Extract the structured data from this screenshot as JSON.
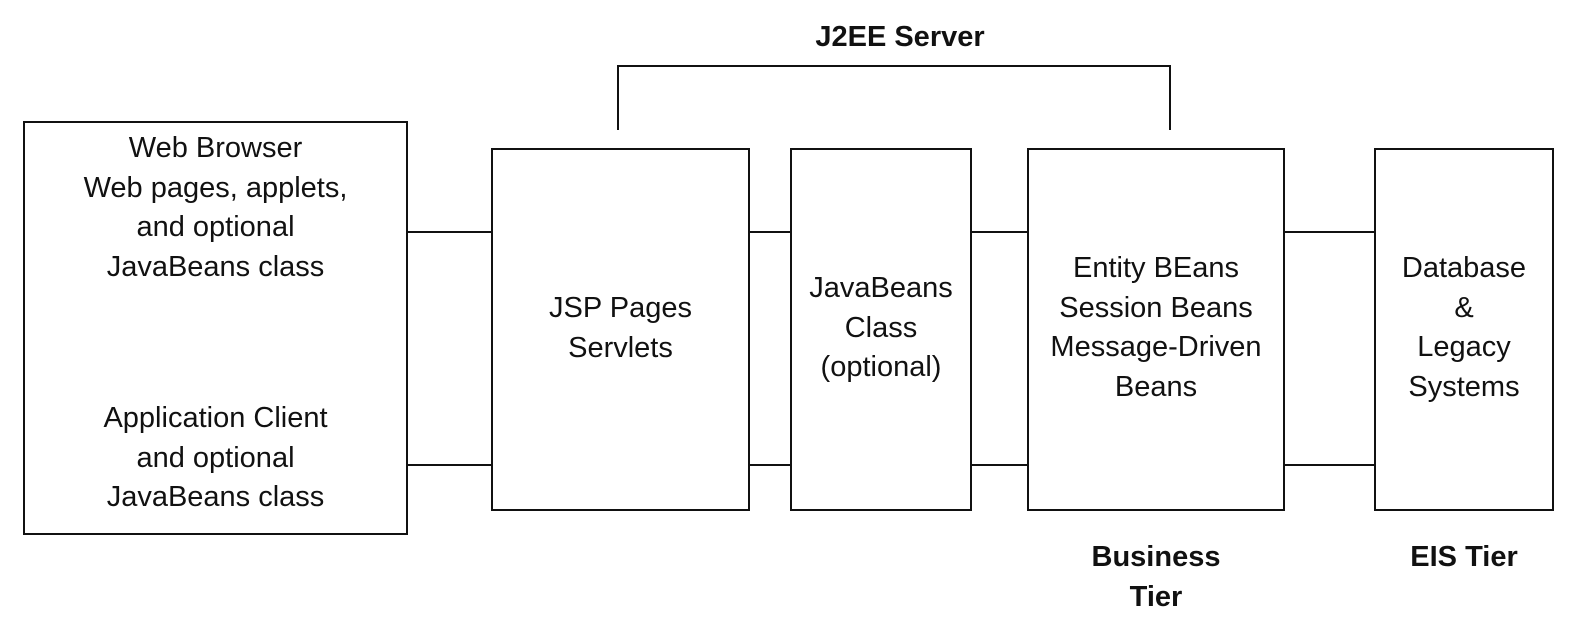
{
  "title": "J2EE Server",
  "client": {
    "browser_lines": [
      "Web Browser",
      "Web pages, applets,",
      "and optional",
      "JavaBeans class"
    ],
    "app_client_lines": [
      "Application Client",
      "and optional",
      "JavaBeans class"
    ]
  },
  "web": {
    "lines": [
      "JSP Pages",
      "Servlets"
    ]
  },
  "javabeans": {
    "lines": [
      "JavaBeans",
      "Class",
      "(optional)"
    ]
  },
  "business": {
    "lines": [
      "Entity BEans",
      "Session Beans",
      "Message-Driven",
      "Beans"
    ]
  },
  "eis": {
    "lines": [
      "Database",
      "&",
      "Legacy",
      "Systems"
    ]
  },
  "labels": {
    "business_tier": [
      "Business",
      "Tier"
    ],
    "eis_tier": "EIS Tier"
  }
}
